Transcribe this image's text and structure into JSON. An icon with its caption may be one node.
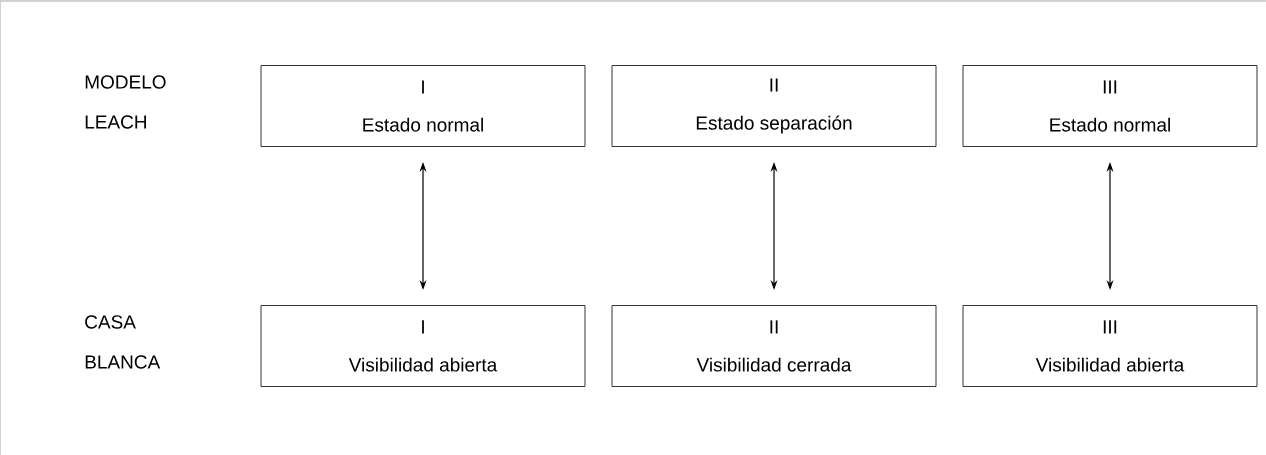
{
  "diagram": {
    "nodes": [
      {
        "text": [
          "I",
          "Estado normal"
        ]
      },
      {
        "text": [
          "II",
          "Estado separación"
        ]
      },
      {
        "text": [
          "III",
          "Estado normal"
        ]
      },
      {
        "text": [
          "I",
          "Visibilidad abierta"
        ]
      },
      {
        "text": [
          "II",
          "Visibilidad cerrada"
        ]
      },
      {
        "text": [
          "III",
          "Visibilidad abierta"
        ]
      }
    ],
    "edges": [
      {
        "from": 0,
        "to": 3,
        "arrow": "both"
      },
      {
        "from": 1,
        "to": 4,
        "arrow": "both"
      },
      {
        "from": 2,
        "to": 5,
        "arrow": "both"
      }
    ],
    "labels": [
      "MODELO LEACH",
      "CASA BLANCA"
    ]
  }
}
